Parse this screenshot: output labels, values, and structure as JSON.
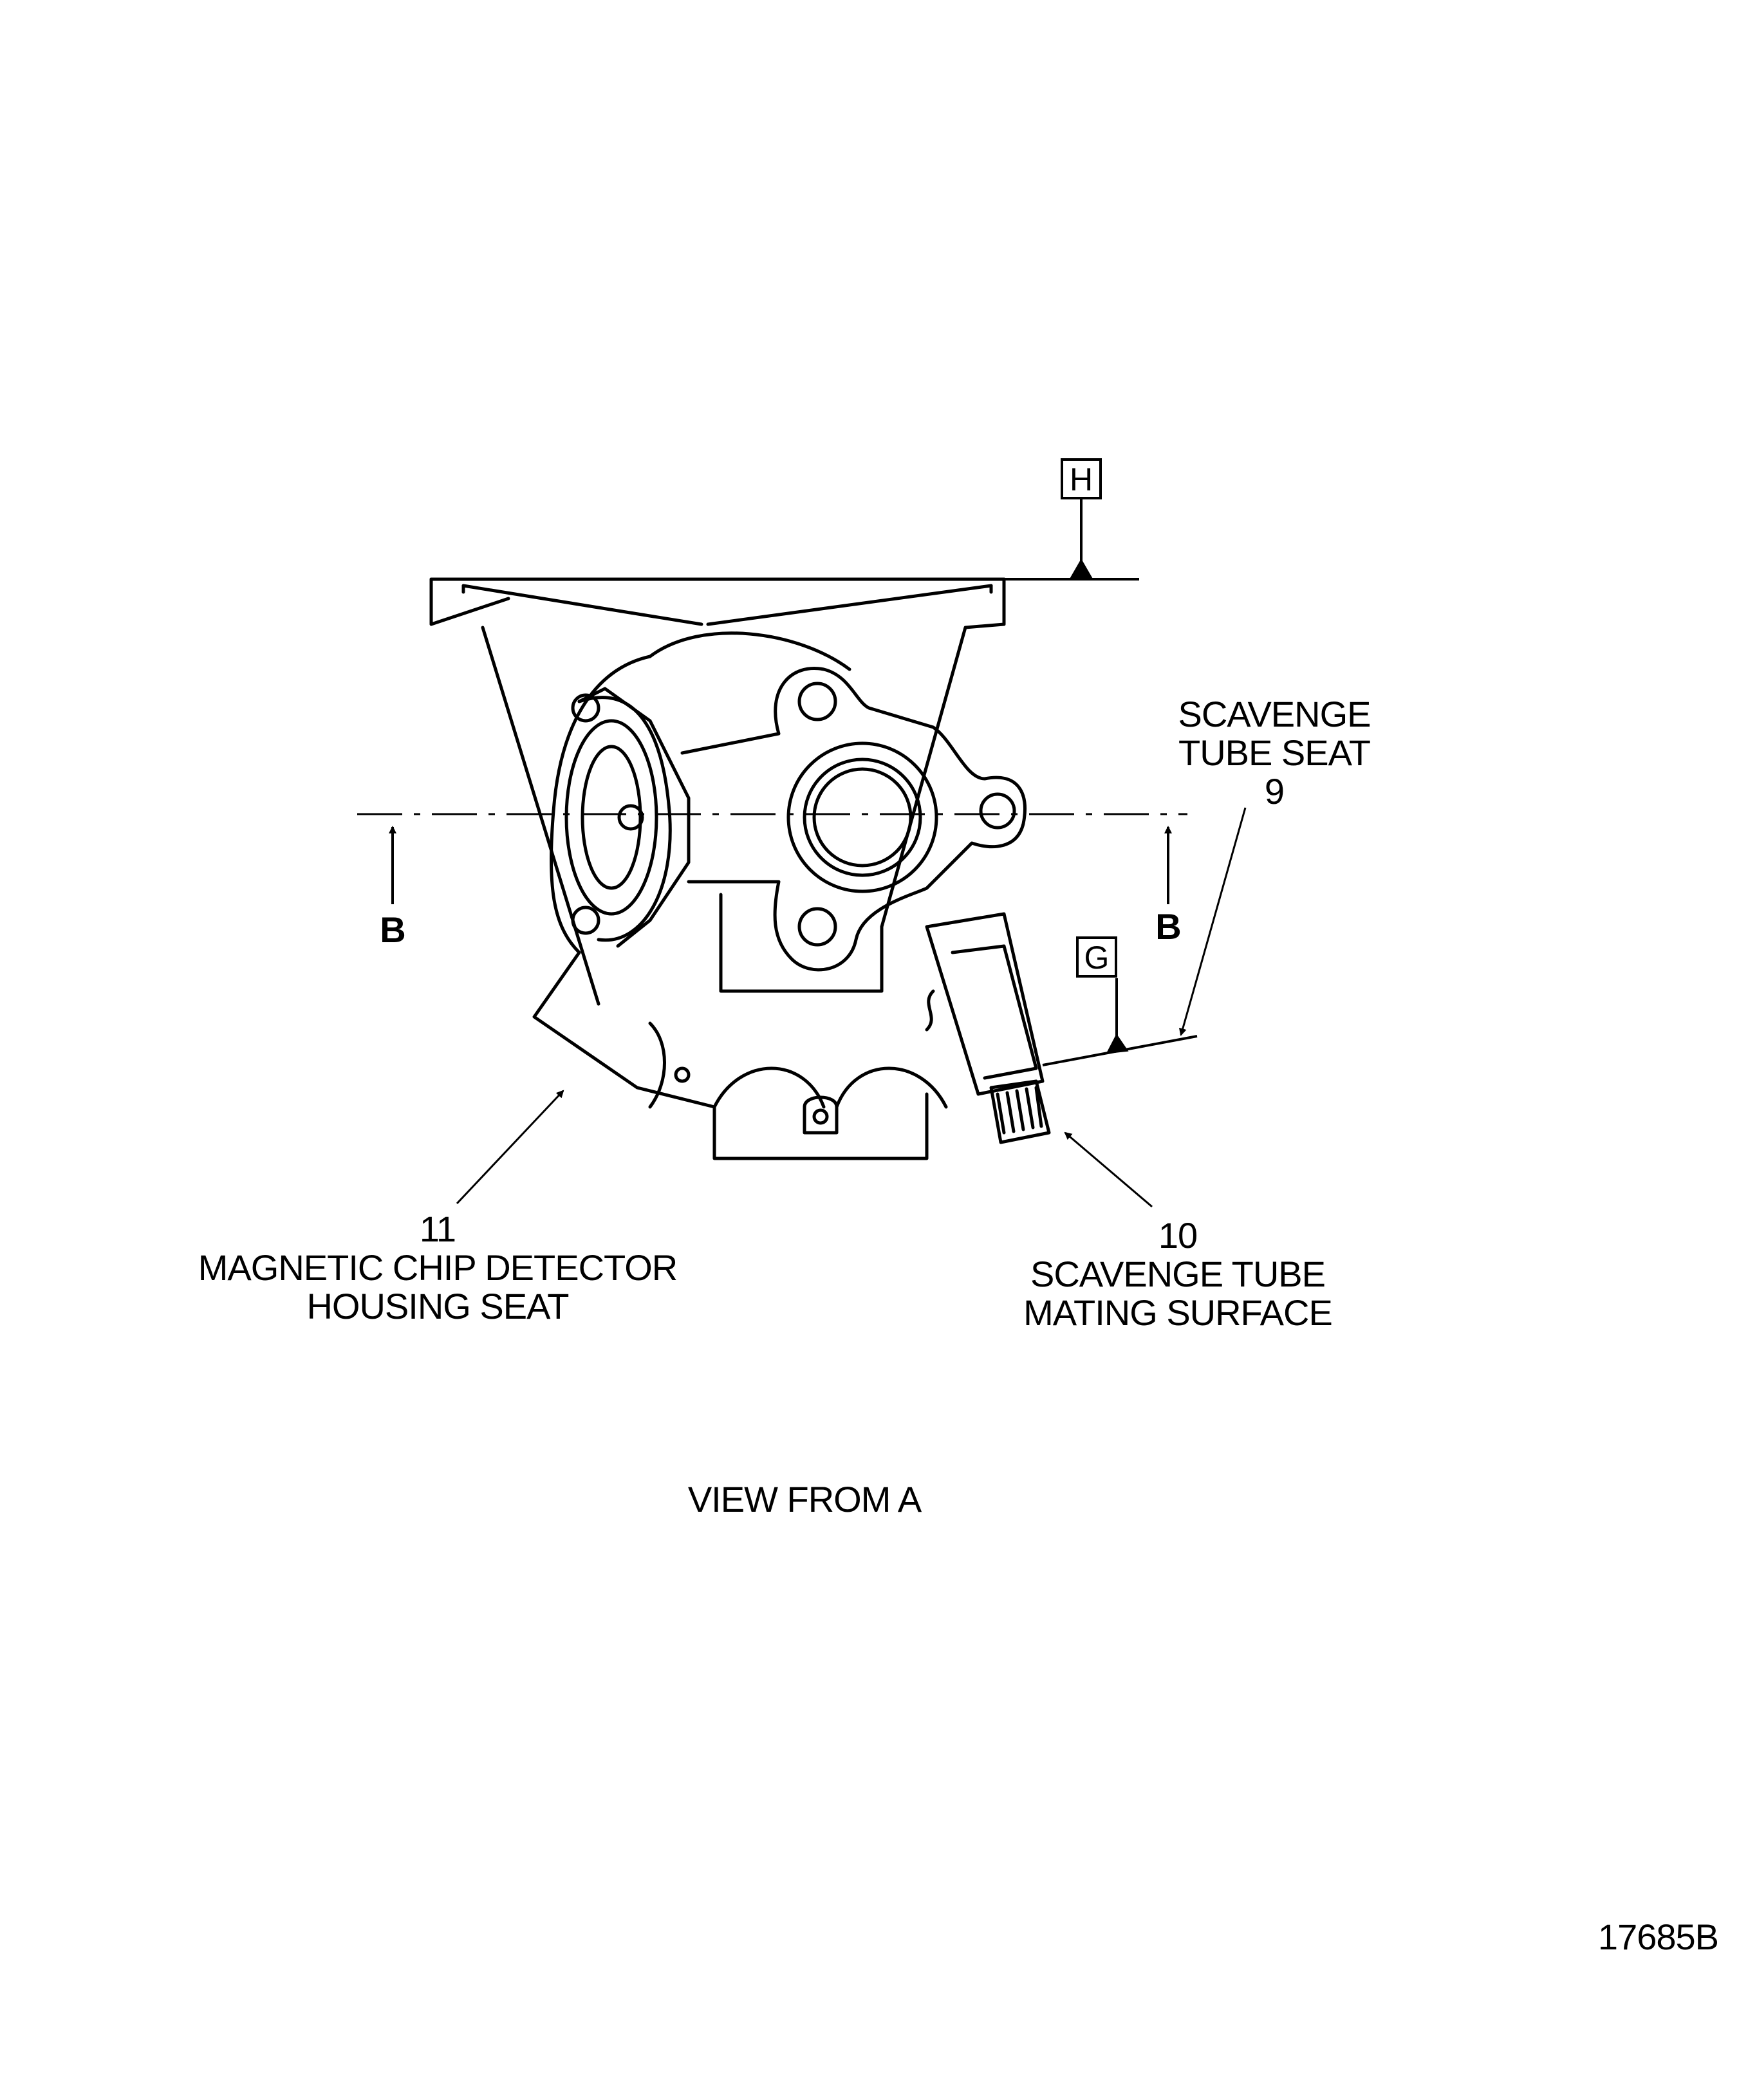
{
  "datums": {
    "h": "H",
    "g": "G"
  },
  "section": {
    "left": "B",
    "right": "B"
  },
  "callouts": {
    "item9": {
      "line1": "SCAVENGE",
      "line2": "TUBE SEAT",
      "number": "9"
    },
    "item10": {
      "number": "10",
      "line1": "SCAVENGE TUBE",
      "line2": "MATING SURFACE"
    },
    "item11": {
      "number": "11",
      "line1": "MAGNETIC CHIP DETECTOR",
      "line2": "HOUSING SEAT"
    }
  },
  "view_label": "VIEW FROM A",
  "figure_id": "17685B",
  "icons": [
    "datum-feature-symbol",
    "section-arrow",
    "leader-arrow"
  ]
}
